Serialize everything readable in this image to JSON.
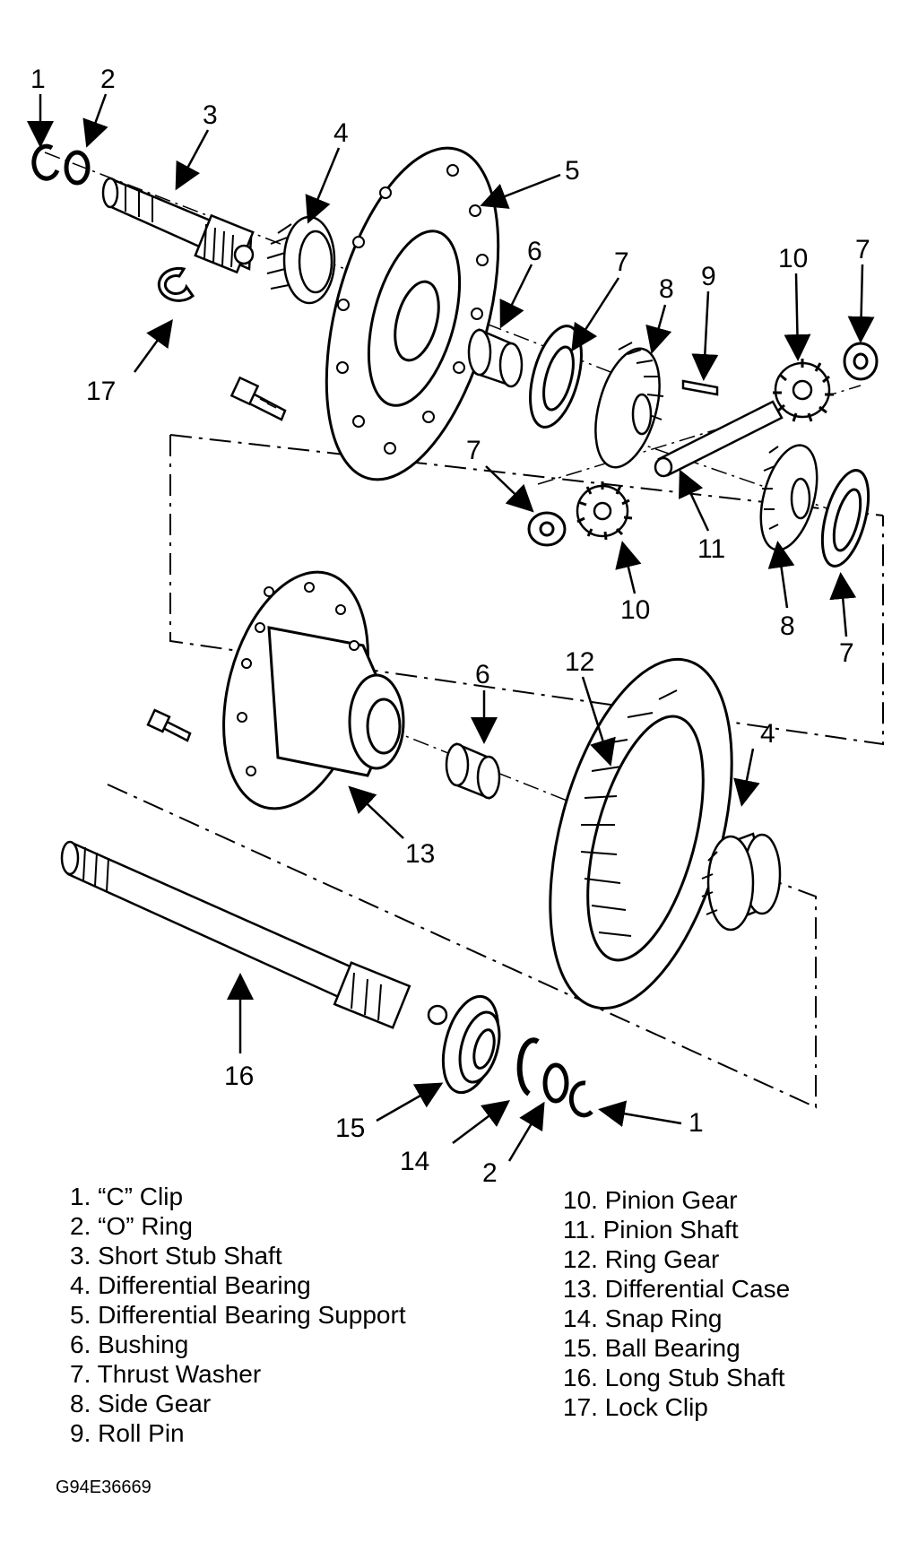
{
  "callouts": {
    "c1a": "1",
    "c2a": "2",
    "c3": "3",
    "c4a": "4",
    "c5": "5",
    "c6a": "6",
    "c7a": "7",
    "c8a": "8",
    "c9": "9",
    "c10a": "10",
    "c7b": "7",
    "c17": "17",
    "c7c": "7",
    "c10b": "10",
    "c11": "11",
    "c8b": "8",
    "c7d": "7",
    "c6b": "6",
    "c12": "12",
    "c4b": "4",
    "c13": "13",
    "c16": "16",
    "c15": "15",
    "c14": "14",
    "c2b": "2",
    "c1b": "1"
  },
  "legend": {
    "left": [
      "1. “C” Clip",
      "2. “O” Ring",
      "3. Short Stub Shaft",
      "4. Differential Bearing",
      "5. Differential Bearing Support",
      "6. Bushing",
      "7. Thrust Washer",
      "8. Side Gear",
      "9. Roll Pin"
    ],
    "right": [
      "10. Pinion Gear",
      "11. Pinion Shaft",
      "12. Ring Gear",
      "13. Differential Case",
      "14. Snap Ring",
      "15. Ball Bearing",
      "16. Long Stub Shaft",
      "17. Lock Clip"
    ]
  },
  "figure_code": "G94E36669"
}
